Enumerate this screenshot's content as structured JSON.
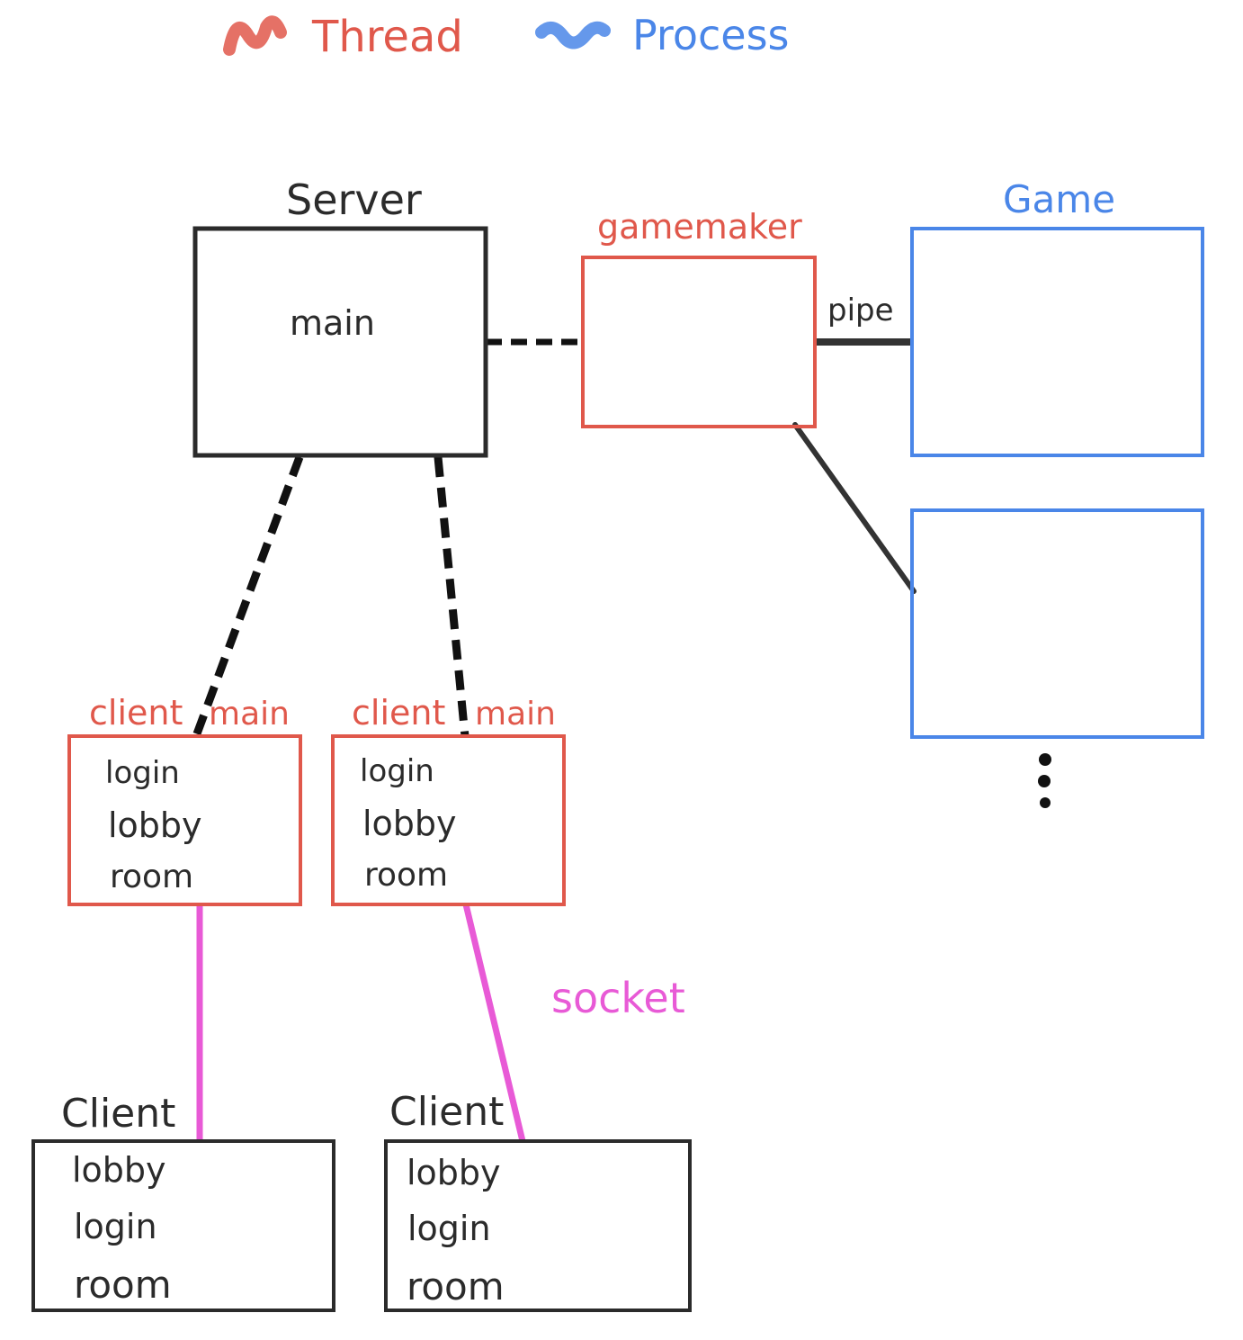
{
  "colors": {
    "thread": "#e0584b",
    "process": "#4a86e8",
    "socket": "#e85ad6",
    "ink": "#2b2b2b"
  },
  "legend": {
    "thread_label": "Thread",
    "process_label": "Process"
  },
  "server": {
    "title": "Server",
    "thread": "main"
  },
  "gamemaker": {
    "title": "gamemaker",
    "pipe_label": "pipe"
  },
  "game": {
    "title": "Game",
    "more_icon": "vertical-ellipsis-icon"
  },
  "client_threads": [
    {
      "title_left": "client",
      "title_right": "main",
      "items": [
        "login",
        "lobby",
        "room"
      ]
    },
    {
      "title_left": "client",
      "title_right": "main",
      "items": [
        "login",
        "lobby",
        "room"
      ]
    }
  ],
  "socket_label": "socket",
  "client_processes": [
    {
      "title": "Client",
      "items": [
        "lobby",
        "login",
        "room"
      ]
    },
    {
      "title": "Client",
      "items": [
        "lobby",
        "login",
        "room"
      ]
    }
  ]
}
